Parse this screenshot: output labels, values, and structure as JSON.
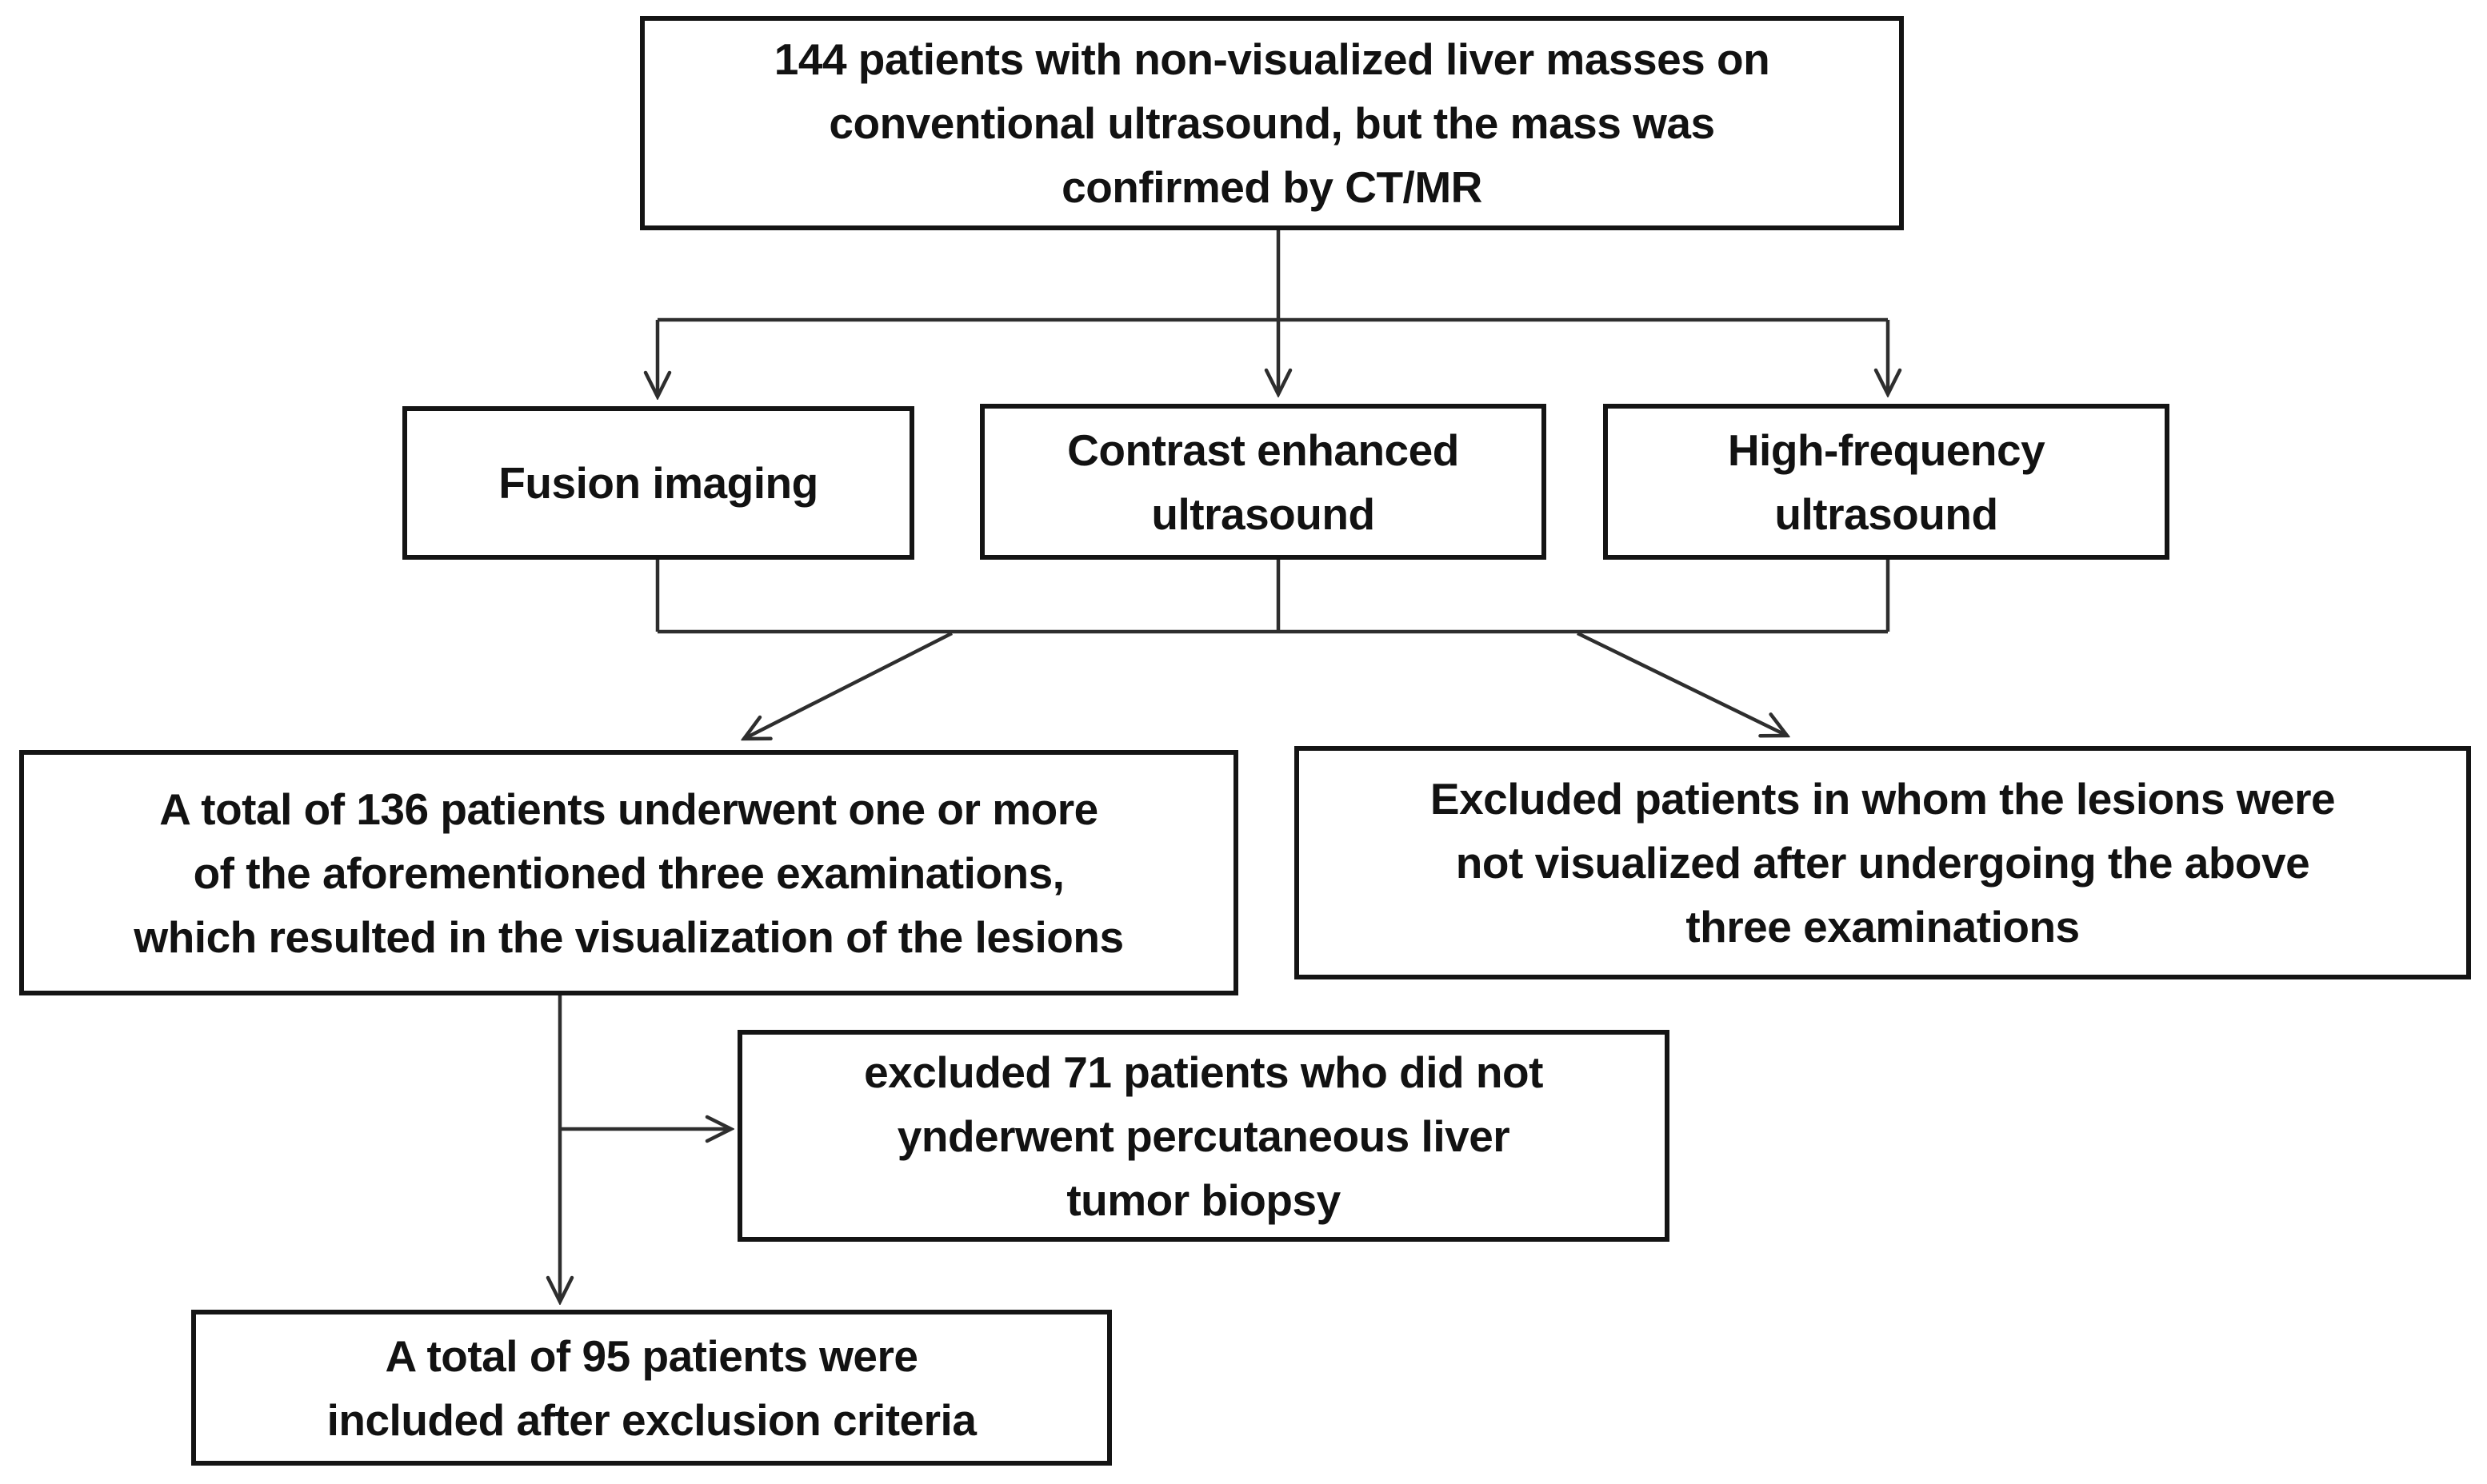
{
  "diagram": {
    "type": "flowchart",
    "colors": {
      "ink": "#141414",
      "line": "#2e2e2e",
      "text": "#121212",
      "bg": "#ffffff"
    },
    "nodes": {
      "initial": "144 patients with non-visualized liver masses on\nconventional ultrasound, but the mass was\nconfirmed by CT/MR",
      "fusion": "Fusion imaging",
      "ceus": "Contrast enhanced\nultrasound",
      "hfus": "High-frequency\nultrasound",
      "visualized": "A total of 136 patients underwent one or more\nof the aforementioned three examinations,\nwhich resulted in the visualization of the lesions",
      "excluded_not_visualized": "Excluded patients in whom the lesions were\nnot visualized after undergoing the above\nthree examinations",
      "excluded_no_biopsy": "excluded 71 patients who did not\nynderwent percutaneous liver\ntumor biopsy",
      "final": "A total of 95 patients were\nincluded after exclusion criteria"
    }
  }
}
